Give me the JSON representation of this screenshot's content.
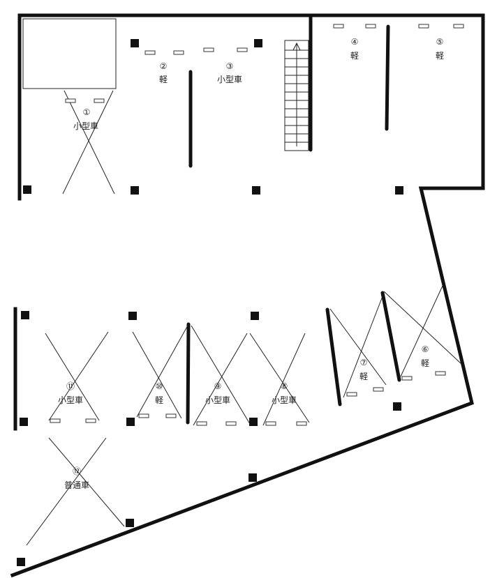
{
  "spaces": [
    {
      "number": "①",
      "type": "小型車"
    },
    {
      "number": "②",
      "type": "軽"
    },
    {
      "number": "③",
      "type": "小型車"
    },
    {
      "number": "④",
      "type": "軽"
    },
    {
      "number": "⑤",
      "type": "軽"
    },
    {
      "number": "⑥",
      "type": "軽"
    },
    {
      "number": "⑦",
      "type": "軽"
    },
    {
      "number": "⑧",
      "type": "小型車"
    },
    {
      "number": "⑨",
      "type": "小型車"
    },
    {
      "number": "⑩",
      "type": "軽"
    },
    {
      "number": "⑪",
      "type": "小型車"
    },
    {
      "number": "⑫",
      "type": "普通車"
    }
  ]
}
